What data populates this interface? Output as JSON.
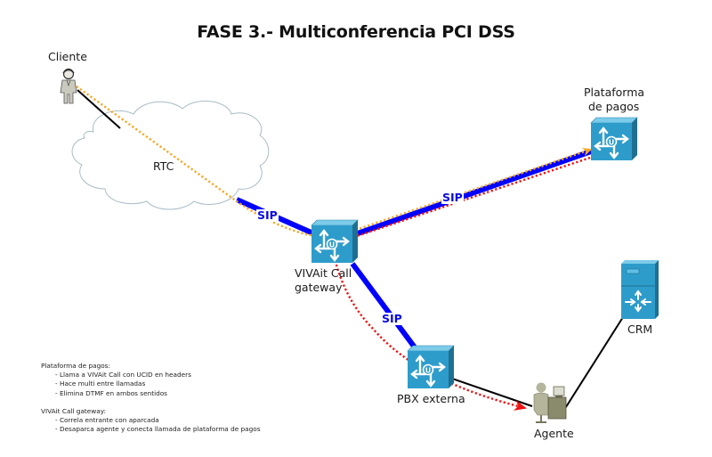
{
  "title": "FASE 3.- Multiconferencia PCI DSS",
  "nodes": {
    "cliente": {
      "label": "Cliente",
      "icon": "person-icon"
    },
    "rtc": {
      "label": "RTC",
      "icon": "cloud-icon"
    },
    "gateway": {
      "label_line1": "VIVAit Call",
      "label_line2": "gateway",
      "icon": "router-icon"
    },
    "plataforma": {
      "label_line1": "Plataforma",
      "label_line2": "de pagos",
      "icon": "router-icon"
    },
    "pbx": {
      "label": "PBX externa",
      "icon": "router-icon"
    },
    "agente": {
      "label": "Agente",
      "icon": "agent-workstation-icon"
    },
    "crm": {
      "label": "CRM",
      "icon": "server-icon"
    }
  },
  "links": {
    "sip_label": "SIP",
    "colors": {
      "sip": "#0000ff",
      "client_flow": "#f5a623",
      "agent_flow": "#ee1111",
      "plain": "#000000"
    }
  },
  "notes": {
    "sections": [
      {
        "heading": "Plataforma de pagos:",
        "items": [
          "- Llama a VIVAit Call con UCID en headers",
          "- Hace multi entre llamadas",
          "- Elimina DTMF en ambos sentidos"
        ]
      },
      {
        "heading": "VIVAit Call gateway:",
        "items": [
          "- Correla entrante con aparcada",
          "- Desaparca agente y conecta llamada de plataforma de pagos"
        ]
      }
    ]
  }
}
